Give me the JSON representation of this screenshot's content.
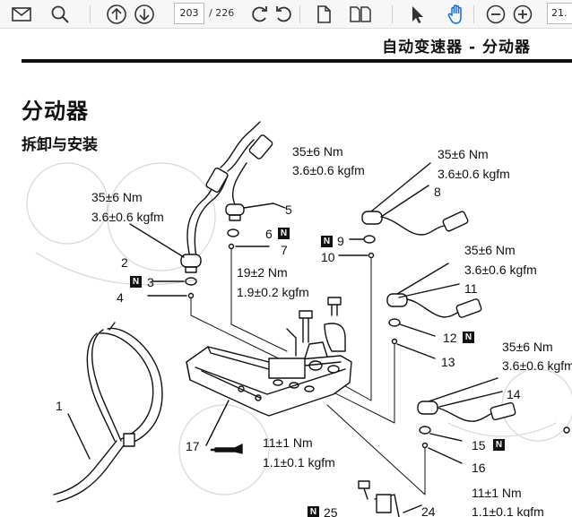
{
  "toolbar": {
    "current_page": "203",
    "total_pages": "/ 226",
    "zoom": "21.",
    "icons": [
      "mail-icon",
      "search-icon",
      "page-up-icon",
      "page-down-icon",
      "rotate-cw-icon",
      "rotate-ccw-icon",
      "single-page-icon",
      "two-page-icon",
      "select-cursor-icon",
      "hand-tool-icon",
      "zoom-out-icon",
      "zoom-in-icon"
    ]
  },
  "page": {
    "header": "自动变速器 - 分动器",
    "section_title": "分动器",
    "subsection_title": "拆卸与安装"
  },
  "torque": {
    "t35_nm": "35±6 Nm",
    "t35_kgf": "3.6±0.6 kgfm",
    "t19_nm": "19±2 Nm",
    "t19_kgf": "1.9±0.2 kgfm",
    "t11_nm": "11±1 Nm",
    "t11_kgf": "1.1±0.1 kgfm"
  },
  "parts": {
    "p1": "1",
    "p2": "2",
    "p3": "3",
    "p4": "4",
    "p5": "5",
    "p6": "6",
    "p7": "7",
    "p8": "8",
    "p9": "9",
    "p10": "10",
    "p11": "11",
    "p12": "12",
    "p13": "13",
    "p14": "14",
    "p15": "15",
    "p16": "16",
    "p17": "17",
    "p24": "24",
    "p25": "25",
    "new_marker": "N"
  },
  "colors": {
    "toolbar_bg": "#f7f7f7",
    "ink": "#111111"
  }
}
